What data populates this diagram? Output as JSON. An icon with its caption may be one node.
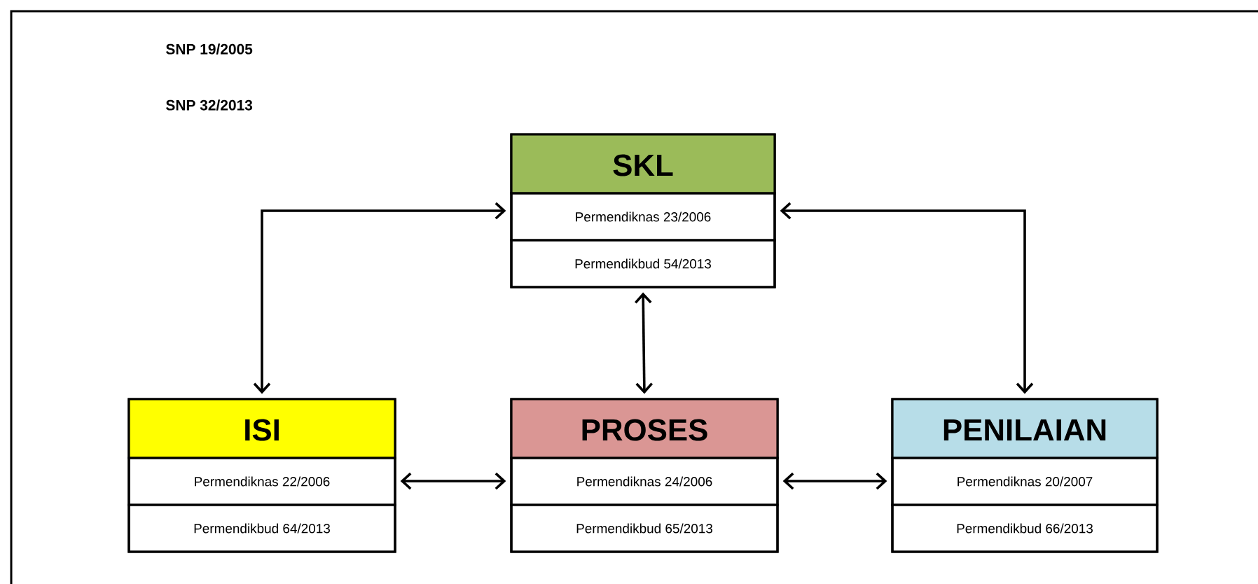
{
  "diagram": {
    "nodes": [
      {
        "text": [
          "SKL",
          "Permendiknas 23/2006",
          "Permendikbud 54/2013"
        ]
      },
      {
        "text": [
          "ISI",
          "Permendiknas 22/2006",
          "Permendikbud 64/2013"
        ]
      },
      {
        "text": [
          "PROSES",
          "Permendiknas 24/2006",
          "Permendikbud 65/2013"
        ]
      },
      {
        "text": [
          "PENILAIAN",
          "Permendiknas 20/2007",
          "Permendikbud 66/2013"
        ]
      }
    ],
    "edges": [
      {
        "from": 0,
        "to": 1,
        "arrow": "both"
      },
      {
        "from": 0,
        "to": 3,
        "arrow": "both"
      },
      {
        "from": 0,
        "to": 2,
        "arrow": "both"
      },
      {
        "from": 1,
        "to": 2,
        "arrow": "both"
      },
      {
        "from": 2,
        "to": 3,
        "arrow": "both"
      }
    ],
    "labels": [
      "SNP 19/2005",
      "SNP 32/2013"
    ]
  }
}
